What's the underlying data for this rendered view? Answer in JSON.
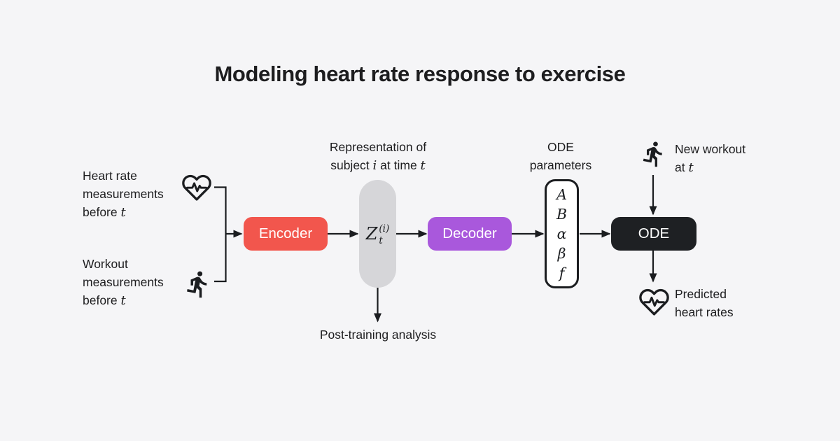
{
  "title": "Modeling heart rate response to exercise",
  "colors": {
    "background": "#F5F5F7",
    "text": "#1D1D1F",
    "line": "#1B1D20",
    "encoder": "#F2564D",
    "decoder": "#A958DC",
    "ode": "#1E2023",
    "pill": "#D6D6D9",
    "params_box_fill": "#FFFFFF"
  },
  "inputs": {
    "heart": {
      "line1": "Heart rate",
      "line2": "measurements",
      "line3_prefix": "before ",
      "line3_var": "t"
    },
    "workout": {
      "line1": "Workout",
      "line2": "measurements",
      "line3_prefix": "before ",
      "line3_var": "t"
    }
  },
  "representation_label": {
    "line1": "Representation of",
    "line2_seg1": "subject ",
    "line2_var1": "i",
    "line2_seg2": " at time ",
    "line2_var2": "t"
  },
  "pill": {
    "z": "Z",
    "sup": "(i)",
    "sub": "t"
  },
  "post_training_label": "Post-training analysis",
  "blocks": {
    "encoder": "Encoder",
    "decoder": "Decoder",
    "ode": "ODE"
  },
  "ode_params_label": {
    "line1": "ODE",
    "line2": "parameters"
  },
  "params": {
    "letters": [
      "A",
      "B",
      "α",
      "β",
      "f"
    ]
  },
  "new_workout_label": {
    "line1": "New workout",
    "line2_prefix": "at ",
    "line2_var": "t"
  },
  "predicted_label": {
    "line1": "Predicted",
    "line2": "heart rates"
  },
  "icons": {
    "heart_input": "heart-pulse-icon",
    "workout_input": "runner-icon",
    "new_workout": "runner-icon",
    "predicted": "heart-pulse-icon"
  }
}
